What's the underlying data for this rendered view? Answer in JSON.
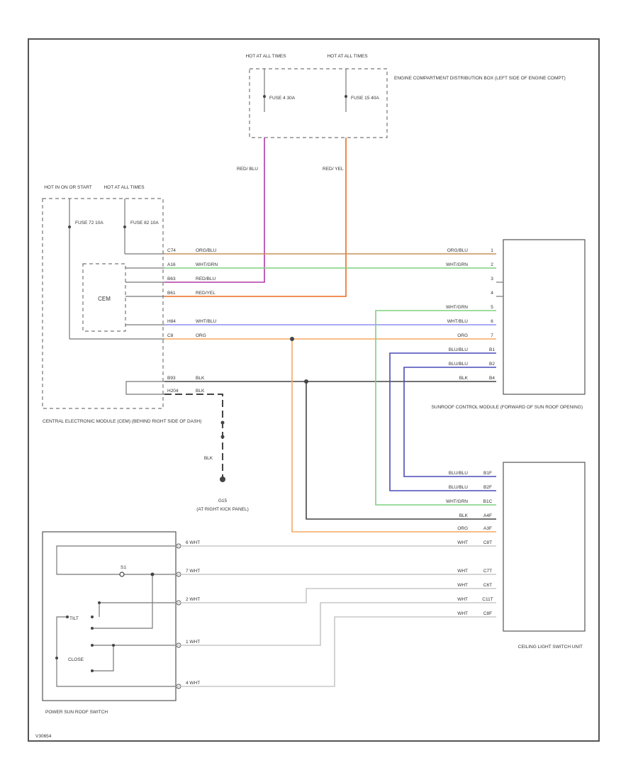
{
  "colors": {
    "org_blu": "#c8915a",
    "wht_grn": "#7fd07f",
    "red_blu": "#b03aa8",
    "red_yel": "#ee6a1e",
    "wht_blu": "#8f8ff0",
    "org": "#f4a860",
    "blk": "#444444",
    "blu_blu": "#4a4ab8",
    "wht": "#c8c8c8"
  },
  "top": {
    "hot_left": "HOT AT ALL TIMES",
    "hot_right": "HOT AT ALL TIMES",
    "fuse_a": "FUSE 4 30A",
    "fuse_b": "FUSE 15 40A",
    "box_label": "ENGINE COMPARTMENT DISTRIBUTION BOX (LEFT SIDE OF ENGINE COMPT)",
    "wire_a": "RED/ BLU",
    "wire_b": "RED/ YEL"
  },
  "cem": {
    "hot_left": "HOT IN ON OR START",
    "hot_right": "HOT AT ALL TIMES",
    "fuse_a": "FUSE 72 10A",
    "fuse_b": "FUSE 82 10A",
    "inner": "CEM",
    "label": "CENTRAL ELECTRONIC MODULE (CEM) (BEHIND RIGHT SIDE OF DASH)",
    "pins": [
      "C74",
      "A16",
      "B63",
      "B61",
      "H84",
      "C8",
      "B93",
      "H204"
    ],
    "wires": [
      "ORG/BLU",
      "WHT/GRN",
      "RED/BLU",
      "RED/YEL",
      "WHT/BLU",
      "ORG",
      "BLK",
      "BLK"
    ]
  },
  "ground": {
    "wire": "BLK",
    "name": "G15",
    "loc": "(AT RIGHT KICK PANEL)"
  },
  "sunroof_module": {
    "label": "SUNROOF CONTROL MODULE (FORWARD OF SUN ROOF OPENING)",
    "rows": [
      {
        "wire": "ORG/BLU",
        "pin": "1"
      },
      {
        "wire": "WHT/GRN",
        "pin": "2"
      },
      {
        "wire": "",
        "pin": "3"
      },
      {
        "wire": "",
        "pin": "4"
      },
      {
        "wire": "WHT/GRN",
        "pin": "5"
      },
      {
        "wire": "WHT/BLU",
        "pin": "6"
      },
      {
        "wire": "ORG",
        "pin": "7"
      },
      {
        "wire": "BLU/BLU",
        "pin": "B1"
      },
      {
        "wire": "BLU/BLU",
        "pin": "B2"
      },
      {
        "wire": "BLK",
        "pin": "B4"
      }
    ]
  },
  "ceiling": {
    "label": "CEILING LIGHT SWITCH UNIT",
    "rows": [
      {
        "wire": "BLU/BLU",
        "pin": "B1F"
      },
      {
        "wire": "BLU/BLU",
        "pin": "B2F"
      },
      {
        "wire": "WHT/GRN",
        "pin": "B1C"
      },
      {
        "wire": "BLK",
        "pin": "A4F"
      },
      {
        "wire": "ORG",
        "pin": "A3F"
      },
      {
        "wire": "WHT",
        "pin": "C8T"
      },
      {
        "wire": "WHT",
        "pin": "C7T"
      },
      {
        "wire": "WHT",
        "pin": "C6T"
      },
      {
        "wire": "WHT",
        "pin": "C11T"
      },
      {
        "wire": "WHT",
        "pin": "C8F"
      }
    ]
  },
  "switch": {
    "label": "POWER SUN ROOF SWITCH",
    "contact": "S1",
    "pos_tilt": "TILT",
    "pos_close": "CLOSE",
    "rows": [
      "6 WHT",
      "7 WHT",
      "2 WHT",
      "1 WHT",
      "4 WHT"
    ]
  },
  "footer": "V30654"
}
